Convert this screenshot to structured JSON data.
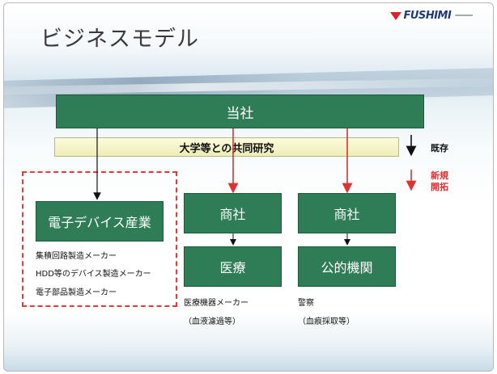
{
  "slide": {
    "title": "ビジネスモデル",
    "logo_text": "FUSHIMI",
    "logo_sub": "━━━━━━"
  },
  "diagram": {
    "top_box": "当社",
    "research_bar": "大学等との共同研究",
    "legend": {
      "existing": "既存",
      "new_line1": "新規",
      "new_line2": "開拓"
    },
    "electronic_box": "電子デバイス産業",
    "electronic_items": [
      "集積回路製造メーカー",
      "HDD等のデバイス製造メーカー",
      "電子部品製造メーカー"
    ],
    "shosha_left": "商社",
    "iryo_box": "医療",
    "iryo_caption_1": "医療機器メーカー",
    "iryo_caption_2": "（血液濾過等）",
    "shosha_right": "商社",
    "koteki_box": "公的機関",
    "koteki_caption_1": "警察",
    "koteki_caption_2": "（血痕採取等）"
  },
  "colors": {
    "box_green": "#2f7d57",
    "new_arrow_red": "#e03030",
    "research_bar_yellow": "#f4f4c9",
    "dashed_border_red": "#e23b3b"
  }
}
